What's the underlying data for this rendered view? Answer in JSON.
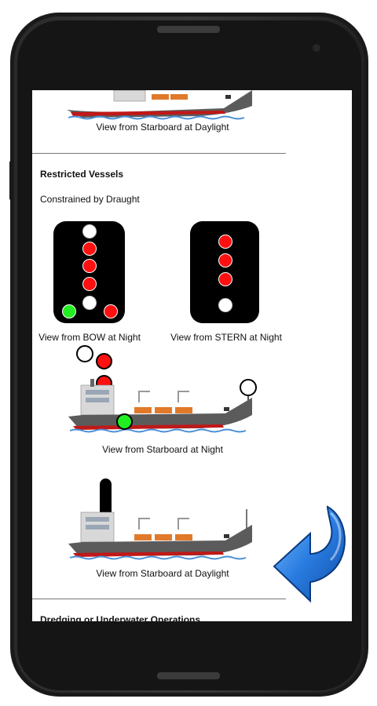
{
  "screen": {
    "caption_top_daylight": "View from Starboard at Daylight",
    "section_restricted": "Restricted Vessels",
    "subsection_constrained": "Constrained by Draught",
    "caption_bow_night": "View from BOW at Night",
    "caption_stern_night": "View from STERN at Night",
    "caption_starboard_night": "View from Starboard at Night",
    "caption_starboard_daylight": "View from Starboard at Daylight",
    "section_dredging": "Dredging or Underwater Operations"
  },
  "colors": {
    "red_light": "#ff1010",
    "green_light": "#22ee22",
    "white_light": "#ffffff",
    "back_arrow": "#1f6fd6",
    "hull": "#5b5b5b",
    "boot_top": "#c01818",
    "cargo": "#e07a2a"
  },
  "icons": {
    "back": "back-arrow-icon"
  }
}
